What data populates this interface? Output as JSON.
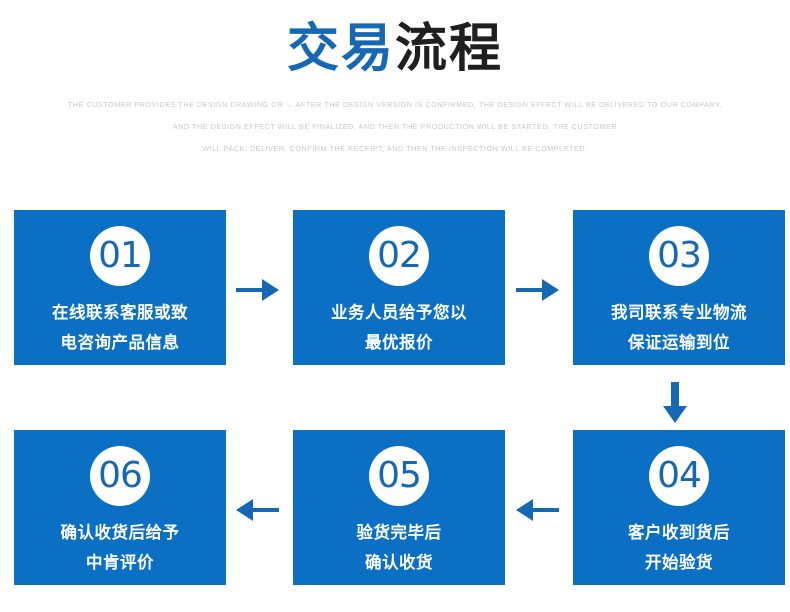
{
  "header": {
    "title_blue": "交易",
    "title_dark": "流程",
    "subtitle_lines": [
      "THE CUSTOMER PROVIDES THE DESIGN DRAWING OR → AFTER THE DESIGN VERSION IS CONFIRMED, THE DESIGN EFFECT WILL BE DELIVERED TO OUR COMPANY,",
      "AND THE DESIGN EFFECT WILL BE FINALIZED, AND THEN THE PRODUCTION WILL BE STARTED. THE CUSTOMER",
      "WILL PACK, DELIVER, CONFIRM THE RECEIPT, AND THEN THE INSPECTION WILL BE COMPLETED."
    ]
  },
  "colors": {
    "box_blue": "#0b70c4",
    "accent_blue": "#1668b3",
    "title_dark": "#1f1f1f",
    "subtitle_gray": "#c9c9c9",
    "badge_bg": "#ffffff"
  },
  "steps": [
    {
      "number": "01",
      "line1": "在线联系客服或致",
      "line2": "电咨询产品信息"
    },
    {
      "number": "02",
      "line1": "业务人员给予您以",
      "line2": "最优报价"
    },
    {
      "number": "03",
      "line1": "我司联系专业物流",
      "line2": "保证运输到位"
    },
    {
      "number": "04",
      "line1": "客户收到货后",
      "line2": "开始验货"
    },
    {
      "number": "05",
      "line1": "验货完毕后",
      "line2": "确认收货"
    },
    {
      "number": "06",
      "line1": "确认收货后给予",
      "line2": "中肯评价"
    }
  ],
  "arrows": [
    {
      "name": "arrow-right-01-to-02",
      "direction": "right"
    },
    {
      "name": "arrow-right-02-to-03",
      "direction": "right"
    },
    {
      "name": "arrow-down-03-to-04",
      "direction": "down"
    },
    {
      "name": "arrow-left-04-to-05",
      "direction": "left"
    },
    {
      "name": "arrow-left-05-to-06",
      "direction": "left"
    }
  ]
}
